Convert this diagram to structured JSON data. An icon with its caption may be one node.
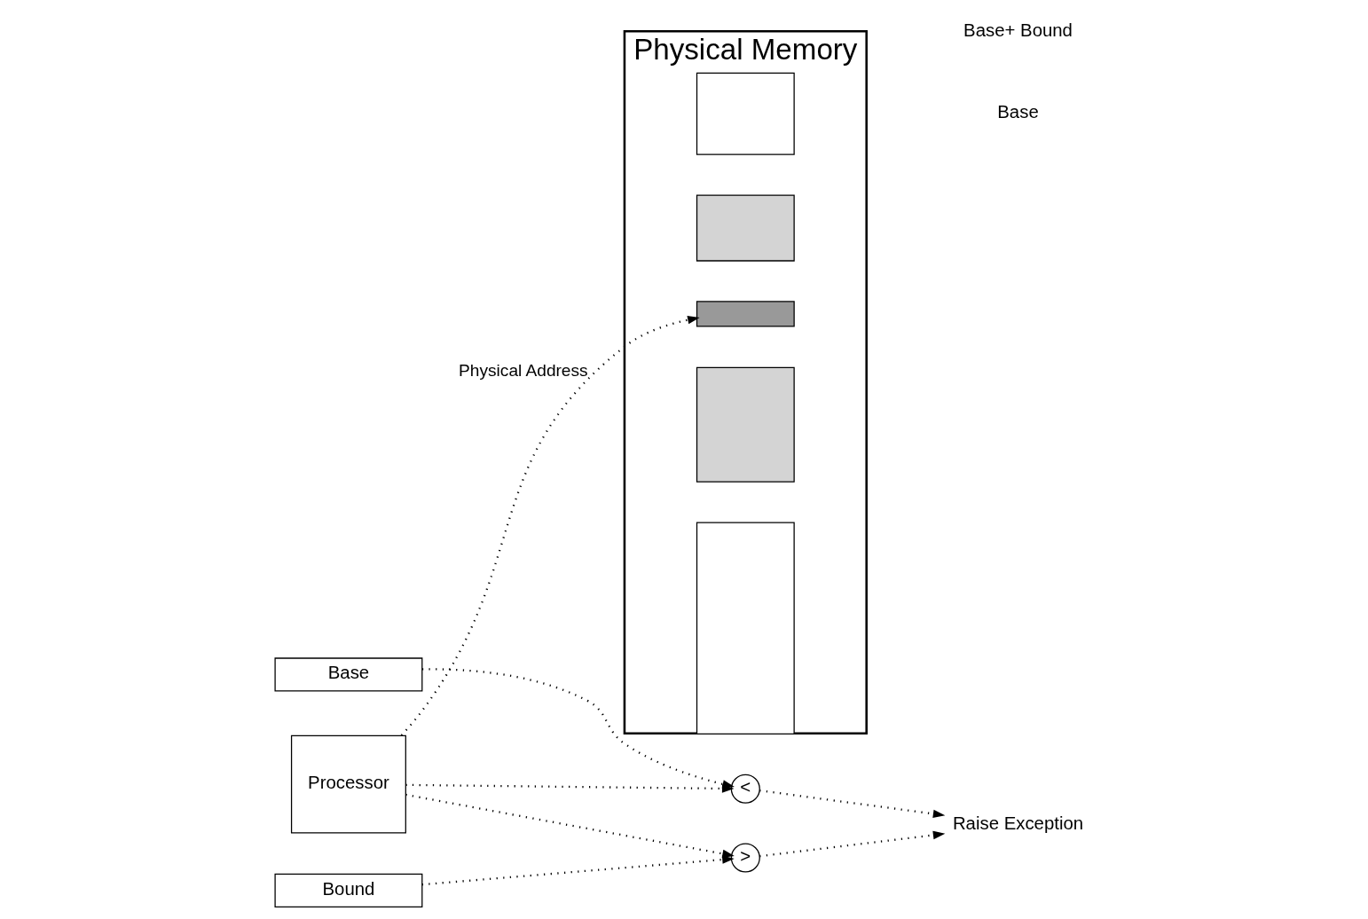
{
  "diagram": {
    "nodes": [
      {
        "text": [
          "Processor"
        ]
      },
      {
        "text": [
          "Physical Memory"
        ]
      },
      {
        "text": [],
        "shape": "box",
        "in": 1
      },
      {
        "text": [],
        "shape": "box",
        "in": 1
      },
      {
        "text": [],
        "shape": "box",
        "in": 1
      },
      {
        "text": [],
        "shape": "box",
        "in": 1
      },
      {
        "text": [],
        "shape": "box",
        "in": 1
      },
      {
        "text": [
          "Base"
        ]
      },
      {
        "text": [
          "<"
        ]
      },
      {
        "text": [
          "Bound"
        ]
      },
      {
        "text": [
          ">"
        ]
      },
      {
        "text": [
          "Raise Exception"
        ]
      }
    ],
    "edges": [
      {
        "from": 0,
        "to": 4,
        "arrow": "to",
        "label": "Physical Address",
        "style": "dashed"
      },
      {
        "from": 0,
        "to": 8,
        "arrow": "to",
        "style": "dashed"
      },
      {
        "from": 0,
        "to": 10,
        "arrow": "to",
        "style": "dashed"
      },
      {
        "from": 7,
        "to": 8,
        "arrow": "to",
        "style": "dashed"
      },
      {
        "from": 9,
        "to": 10,
        "arrow": "to",
        "style": "dashed"
      },
      {
        "from": 8,
        "to": 11,
        "arrow": "to",
        "style": "dashed"
      },
      {
        "from": 10,
        "to": 11,
        "arrow": "to",
        "style": "dashed"
      }
    ],
    "labels": [
      "Base",
      "Base+ Bound"
    ]
  }
}
